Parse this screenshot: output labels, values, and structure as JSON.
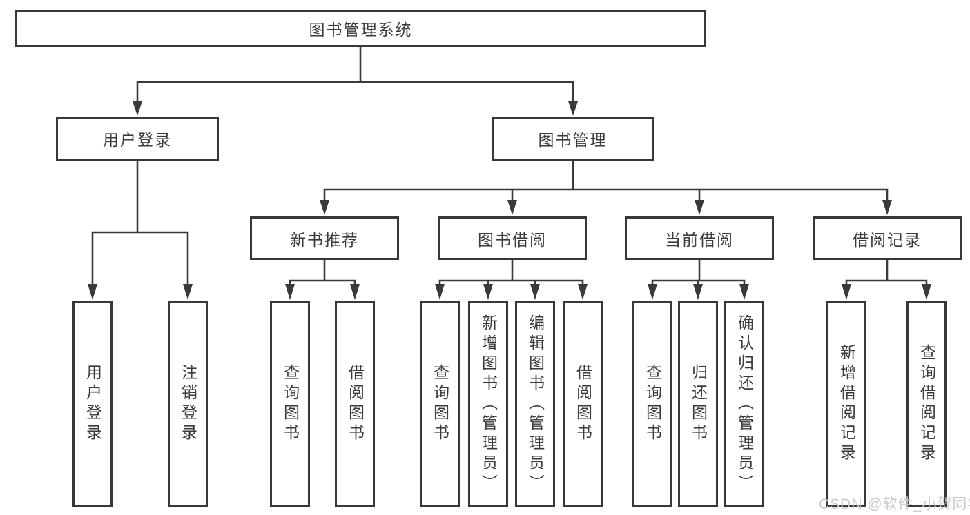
{
  "root": {
    "label": "图书管理系统",
    "children": [
      {
        "label": "用户登录",
        "children": [
          {
            "label": "用户登录"
          },
          {
            "label": "注销登录"
          }
        ]
      },
      {
        "label": "图书管理",
        "children": [
          {
            "label": "新书推荐",
            "children": [
              {
                "label": "查询图书"
              },
              {
                "label": "借阅图书"
              }
            ]
          },
          {
            "label": "图书借阅",
            "children": [
              {
                "label": "查询图书"
              },
              {
                "label": "新增图书（管理员）"
              },
              {
                "label": "编辑图书（管理员）"
              },
              {
                "label": "借阅图书"
              }
            ]
          },
          {
            "label": "当前借阅",
            "children": [
              {
                "label": "查询图书"
              },
              {
                "label": "归还图书"
              },
              {
                "label": "确认归还（管理员）"
              }
            ]
          },
          {
            "label": "借阅记录",
            "children": [
              {
                "label": "新增借阅记录"
              },
              {
                "label": "查询借阅记录"
              }
            ]
          }
        ]
      }
    ]
  },
  "watermark": "CSDN @软件_小贺同学",
  "colors": {
    "line": "#3a3a3a",
    "box_border": "#383838",
    "text": "#3b3b3b",
    "watermark": "#c9cacb",
    "background": "#ffffff"
  }
}
